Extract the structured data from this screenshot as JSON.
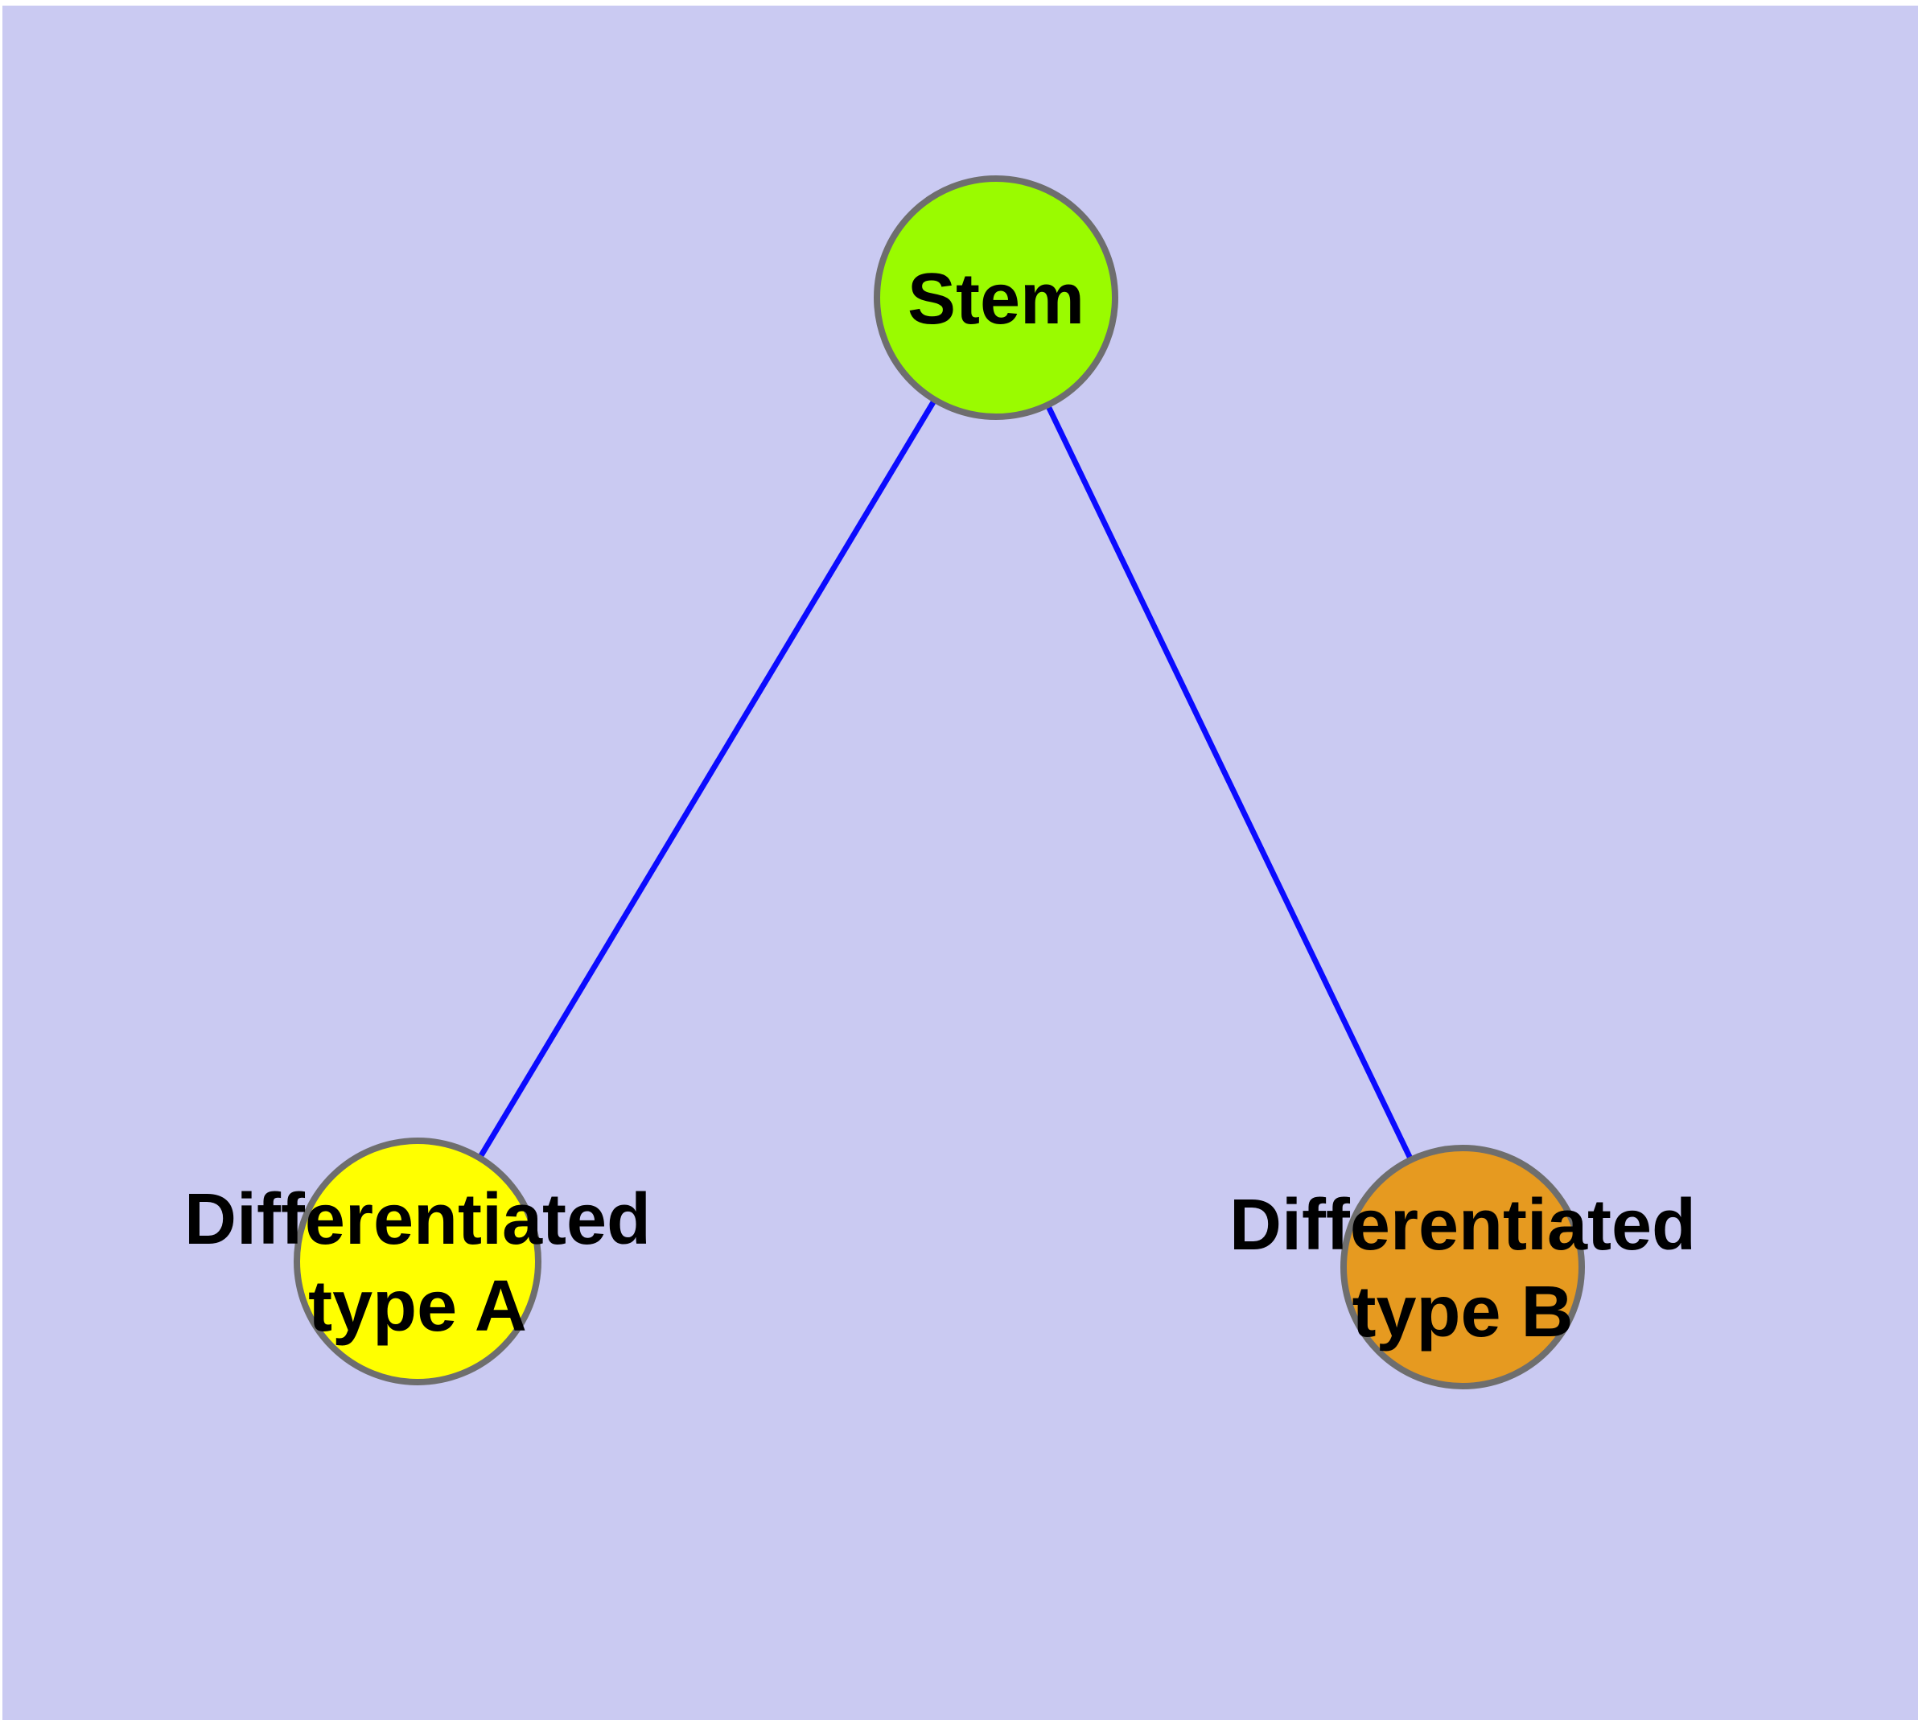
{
  "diagram": {
    "type": "node-link-graph",
    "background_color": "#cacaf2",
    "frame_color": "#ffffff",
    "edge_color": "#0b0bff",
    "node_border_color": "#6e6e6e",
    "label_color": "#000000",
    "nodes": [
      {
        "id": "stem",
        "label": "Stem",
        "label_line1": "Stem",
        "label_line2": "",
        "fill": "#9afb00"
      },
      {
        "id": "type-a",
        "label": "Differentiated type A",
        "label_line1": "Differentiated",
        "label_line2": "type A",
        "fill": "#ffff00"
      },
      {
        "id": "type-b",
        "label": "Differentiated type B",
        "label_line1": "Differentiated",
        "label_line2": "type B",
        "fill": "#e69a20"
      }
    ],
    "edges": [
      {
        "from": "Stem",
        "to": "Differentiated type A"
      },
      {
        "from": "Stem",
        "to": "Differentiated type B"
      }
    ]
  }
}
